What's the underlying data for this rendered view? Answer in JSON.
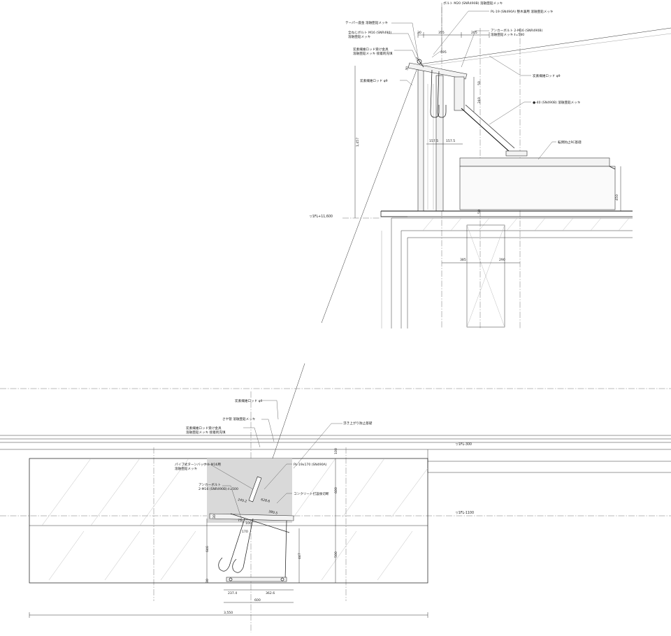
{
  "upper_detail": {
    "labels": {
      "bolt_m20": "ボルト M20 (SNR490B) 溶融亜鉛メッキ",
      "pl19": "PL-19 (SN490A) 整木兼用 溶融亜鉛メッキ",
      "taper_washer": "テーパー座金 溶融亜鉛メッキ",
      "ring_bolt_1": "全ねじボルト M16 (SNR490)",
      "ring_bolt_2": "溶融亜鉛メッキ",
      "anchor_bolt_1": "アンカーボルト 2-M16 (SNR490B)",
      "anchor_bolt_2": "溶融亜鉛メッキ ℓ=580",
      "rod_fixing_1": "炭素繊維ロッド受け金具",
      "rod_fixing_2": "溶融亜鉛メッキ 接着剤充填",
      "rod_left": "炭素繊維ロッド φ9",
      "rod_right": "炭素繊維ロッド φ9",
      "round_bar": "●-40 (SN490B) 溶融亜鉛メッキ",
      "rc_base": "転倒防止RC基礎"
    },
    "dims": {
      "d30_top": "30",
      "d355": "355",
      "d205": "205",
      "d495": "495",
      "d30_diag": "30",
      "d50_a": "50",
      "d240": "240",
      "d1457": "1,457",
      "d157_a": "157.5",
      "d157_b": "157.5",
      "d450": "450",
      "d50_b": "50",
      "d385": "385",
      "d290": "290"
    },
    "level": "▽1FL+11,600"
  },
  "lower_detail": {
    "labels": {
      "rod": "炭素繊維ロッド φ9",
      "sleeve": "さや管 溶融亜鉛メッキ",
      "rod_fixing_1": "炭素繊維ロッド受け金具",
      "rod_fixing_2": "溶融亜鉛メッキ 接着剤充填",
      "uplift_base": "浮き上がり防止基礎",
      "pl_19x170": "PL-19x170 (SN490A)",
      "turnbuckle_1": "パイプ式ターンバックル M16用",
      "turnbuckle_2": "溶融亜鉛メッキ",
      "anchor_1": "アンカーボルト",
      "anchor_2": "2-M16 (SNR490B) ℓ=500",
      "concrete_cut": "コンクリート打設後切断"
    },
    "dims": {
      "d100": "100",
      "d600_v": "600",
      "d500": "500",
      "d249": "249.2",
      "d628": "628.6",
      "d389": "389.5",
      "d75": "75",
      "d100_small": "100",
      "d170": "170",
      "d30": "30",
      "d646": "646",
      "d447": "447",
      "d30_bottom": "30",
      "d237": "237.4",
      "d362": "362.6",
      "d600_h": "600",
      "d3550": "3,550"
    },
    "levels": {
      "gl_300": "▽1FL-300",
      "gl_1100": "▽1FL-1100"
    }
  }
}
